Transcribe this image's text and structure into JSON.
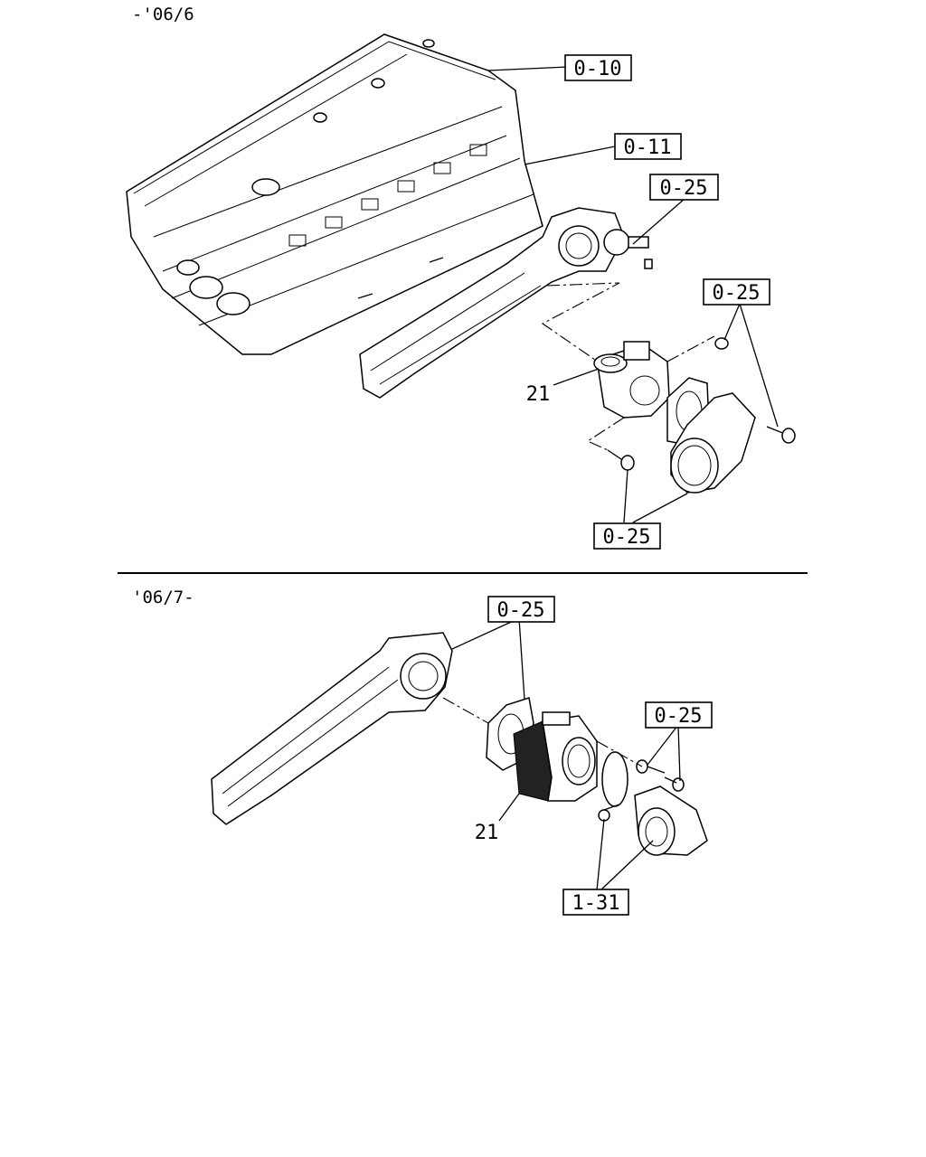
{
  "sections": [
    {
      "period": "-'06/6"
    },
    {
      "period": "'06/7-"
    }
  ],
  "callouts": {
    "cylinder_head": "0-10",
    "head_gasket": "0-11",
    "upper_bolt_top": "0-25",
    "upper_nut": "0-25",
    "upper_throttle_body": "21",
    "upper_bolts_bottom": "0-25",
    "lower_manifold_gasket": "0-25",
    "lower_bolts": "0-25",
    "lower_throttle_body": "21",
    "lower_hose_clamp": "1-31"
  }
}
